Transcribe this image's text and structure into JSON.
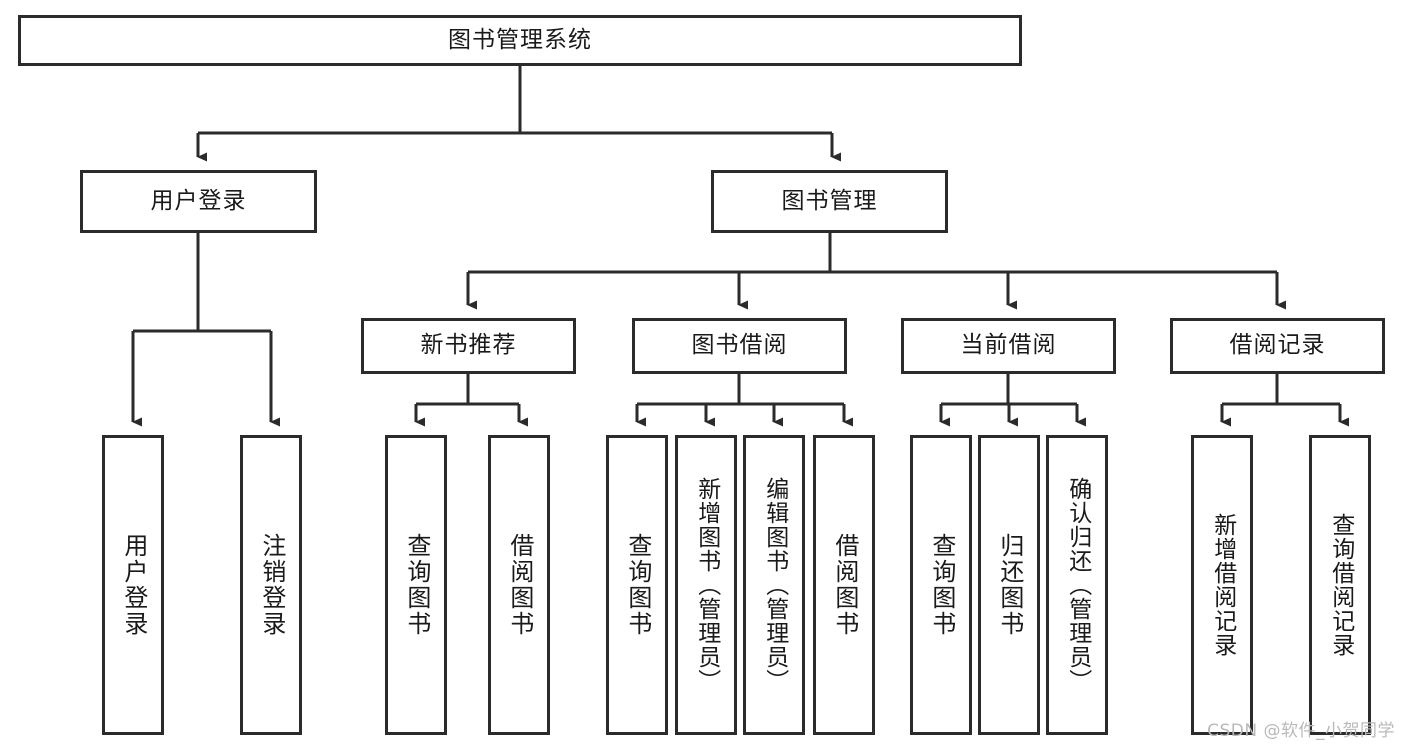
{
  "diagram": {
    "title": "图书管理系统",
    "watermark": "CSDN @软件_小贺同学",
    "line_color": "#2b2b2b",
    "box_fill": "#ffffff",
    "text_color": "#1a1a1a",
    "watermark_color": "#b9b9b9",
    "root": {
      "label": "图书管理系统"
    },
    "level2": [
      {
        "label": "用户登录"
      },
      {
        "label": "图书管理"
      }
    ],
    "level3": [
      {
        "label": "新书推荐"
      },
      {
        "label": "图书借阅"
      },
      {
        "label": "当前借阅"
      },
      {
        "label": "借阅记录"
      }
    ],
    "leaves": {
      "user_login": [
        {
          "label": "用户登录"
        },
        {
          "label": "注销登录"
        }
      ],
      "new_book": [
        {
          "label": "查询图书"
        },
        {
          "label": "借阅图书"
        }
      ],
      "book_borrow": [
        {
          "label": "查询图书"
        },
        {
          "label": "新增图书（管理员）"
        },
        {
          "label": "编辑图书（管理员）"
        },
        {
          "label": "借阅图书"
        }
      ],
      "current_borrow": [
        {
          "label": "查询图书"
        },
        {
          "label": "归还图书"
        },
        {
          "label": "确认归还（管理员）"
        }
      ],
      "borrow_record": [
        {
          "label": "新增借阅记录"
        },
        {
          "label": "查询借阅记录"
        }
      ]
    }
  }
}
